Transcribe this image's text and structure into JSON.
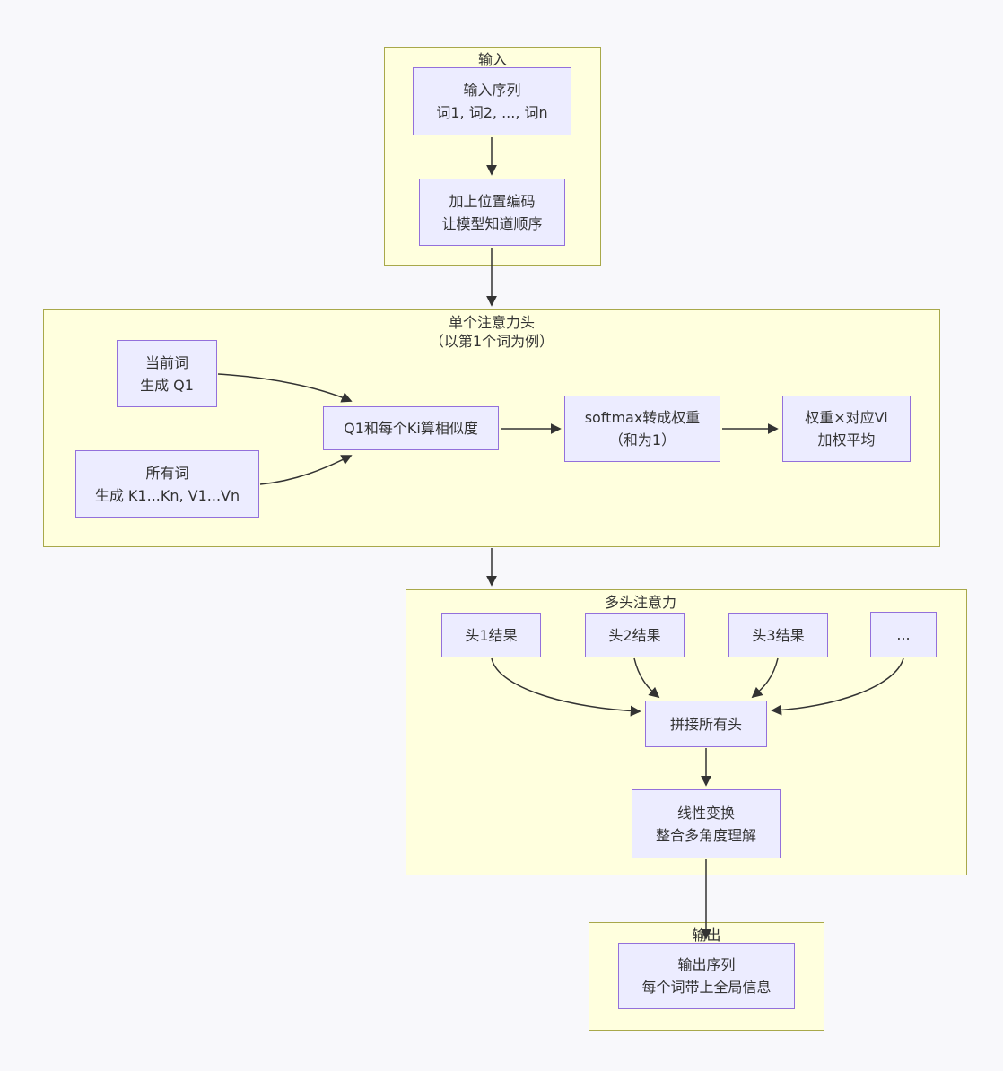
{
  "diagram": {
    "clusters": {
      "input": {
        "title": "输入"
      },
      "single_head": {
        "title": "单个注意力头",
        "subtitle": "（以第1个词为例）"
      },
      "multi_head": {
        "title": "多头注意力"
      },
      "output": {
        "title": "输出"
      }
    },
    "nodes": {
      "input_seq": {
        "line1": "输入序列",
        "line2": "词1, 词2, ..., 词n"
      },
      "pos_enc": {
        "line1": "加上位置编码",
        "line2": "让模型知道顺序"
      },
      "current_word": {
        "line1": "当前词",
        "line2": "生成 Q1"
      },
      "all_words": {
        "line1": "所有词",
        "line2": "生成 K1...Kn, V1...Vn"
      },
      "similarity": {
        "line1": "Q1和每个Ki算相似度",
        "line2": ""
      },
      "softmax": {
        "line1": "softmax转成权重",
        "line2": "（和为1）"
      },
      "weighted": {
        "line1": "权重×对应Vi",
        "line2": "加权平均"
      },
      "head1": {
        "line1": "头1结果",
        "line2": ""
      },
      "head2": {
        "line1": "头2结果",
        "line2": ""
      },
      "head3": {
        "line1": "头3结果",
        "line2": ""
      },
      "head_more": {
        "line1": "...",
        "line2": ""
      },
      "concat": {
        "line1": "拼接所有头",
        "line2": ""
      },
      "linear": {
        "line1": "线性变换",
        "line2": "整合多角度理解"
      },
      "output_seq": {
        "line1": "输出序列",
        "line2": "每个词带上全局信息"
      }
    },
    "edges": [
      {
        "from": "input_seq",
        "to": "pos_enc"
      },
      {
        "from": "pos_enc",
        "to": "single_head_cluster"
      },
      {
        "from": "current_word",
        "to": "similarity"
      },
      {
        "from": "all_words",
        "to": "similarity"
      },
      {
        "from": "similarity",
        "to": "softmax"
      },
      {
        "from": "softmax",
        "to": "weighted"
      },
      {
        "from": "single_head_cluster",
        "to": "multi_head_cluster"
      },
      {
        "from": "head1",
        "to": "concat"
      },
      {
        "from": "head2",
        "to": "concat"
      },
      {
        "from": "head3",
        "to": "concat"
      },
      {
        "from": "head_more",
        "to": "concat"
      },
      {
        "from": "concat",
        "to": "linear"
      },
      {
        "from": "linear",
        "to": "output_seq"
      }
    ],
    "colors": {
      "node_fill": "#ECECFF",
      "node_border": "#9370DB",
      "cluster_fill": "#ffffde",
      "cluster_border": "#a8a84a",
      "edge": "#333333",
      "text": "#333333",
      "canvas_background": "#f8f8fb"
    }
  }
}
